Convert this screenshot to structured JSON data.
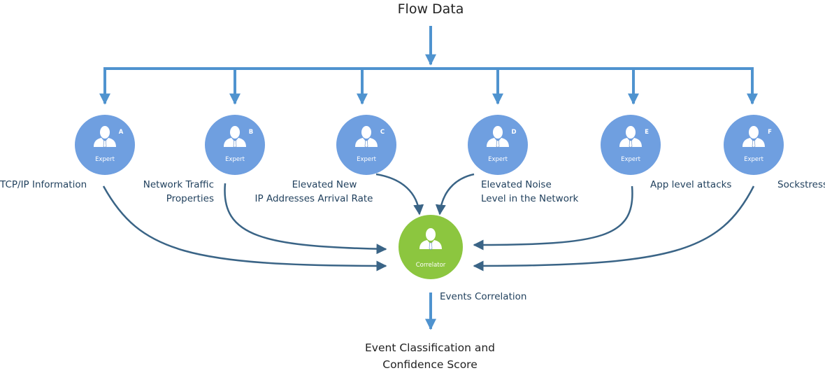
{
  "title": "Flow Data",
  "experts": [
    {
      "letter": "A",
      "role": "Expert",
      "label": "TCP/IP Information"
    },
    {
      "letter": "B",
      "role": "Expert",
      "label_lines": [
        "Network Traffic",
        "Properties"
      ]
    },
    {
      "letter": "C",
      "role": "Expert",
      "label_lines": [
        "Elevated New",
        "IP Addresses Arrival Rate"
      ]
    },
    {
      "letter": "D",
      "role": "Expert",
      "label_lines": [
        "Elevated Noise",
        "Level in the Network"
      ]
    },
    {
      "letter": "E",
      "role": "Expert",
      "label": "App level attacks"
    },
    {
      "letter": "F",
      "role": "Expert",
      "label": "Sockstress"
    }
  ],
  "correlator": {
    "role": "Correlator",
    "label": "Events Correlation"
  },
  "output": {
    "lines": [
      "Event Classification and",
      "Confidence Score"
    ]
  },
  "colors": {
    "expert_node": "#6f9fe0",
    "correlator_node": "#8cc63f",
    "flow_arrow": "#4f93cf",
    "curve_arrow": "#3a6486",
    "text": "#1f3f5c"
  }
}
